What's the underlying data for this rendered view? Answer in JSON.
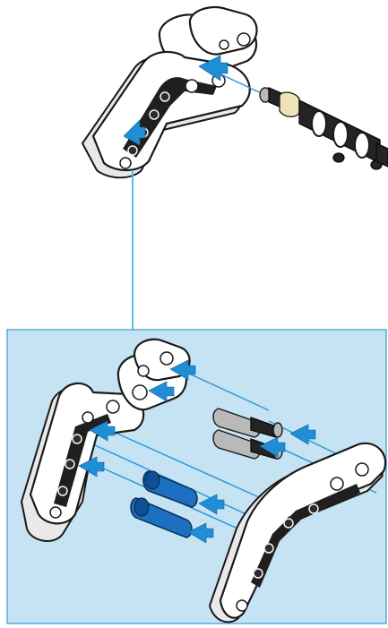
{
  "colors": {
    "panel_background": "#c6e3f4",
    "panel_border": "#5aa9d8",
    "connector_line": "#5bbde4",
    "arrow_fill": "#1f8ed6",
    "blue_pin": "#1d6fc2"
  },
  "steps": [
    {
      "id": "result",
      "content": "assembled-frame-with-axle-pin"
    },
    {
      "id": "subassembly",
      "content": "exploded-view-two-angled-beams-gray-pins-blue-pins"
    }
  ]
}
